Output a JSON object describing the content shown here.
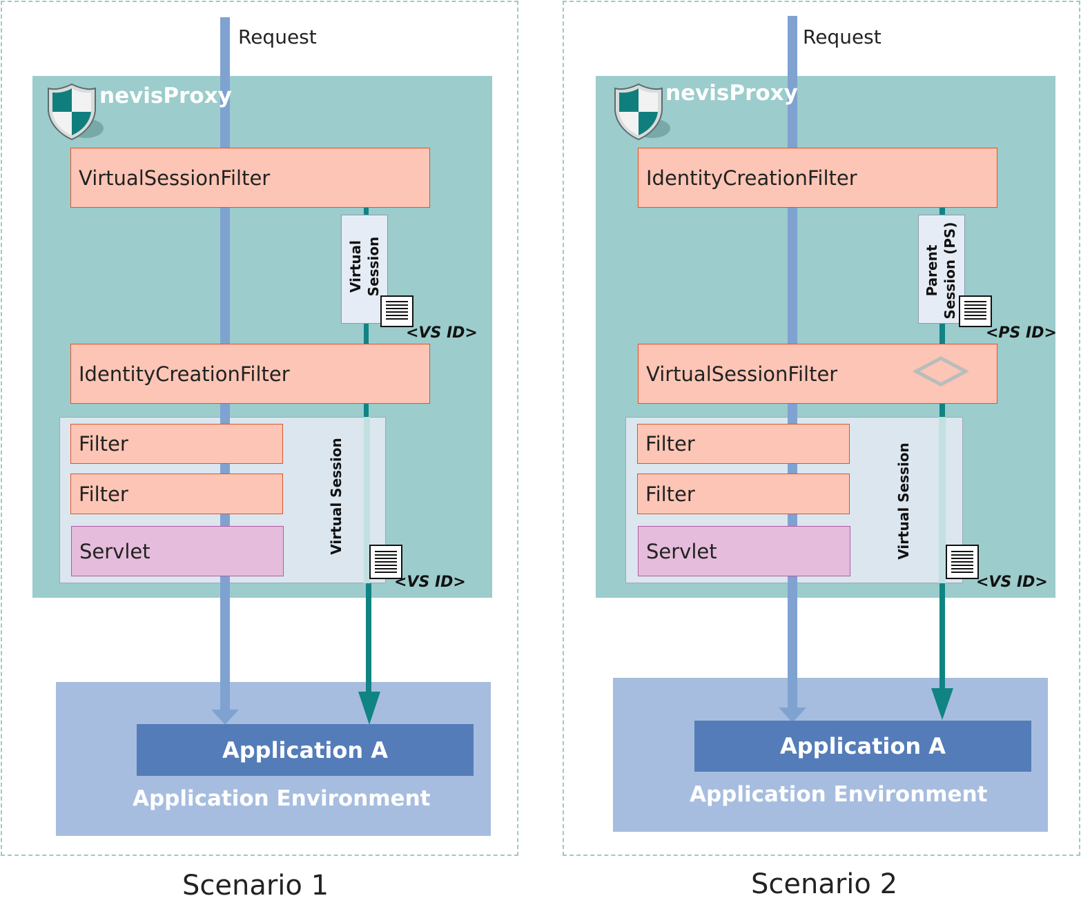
{
  "request_label": "Request",
  "proxy_title": "nevisProxy",
  "scenarios": [
    {
      "caption": "Scenario 1",
      "top_filter": "VirtualSessionFilter",
      "second_filter": "IdentityCreationFilter",
      "session_card_lines": [
        "Virtual",
        "Session"
      ],
      "session_id_label": "<VS ID>",
      "inner_box_label": "Virtual Session",
      "inner_id_label": "<VS ID>",
      "filters": [
        "Filter",
        "Filter"
      ],
      "servlet": "Servlet",
      "application": "Application A",
      "environment": "Application Environment"
    },
    {
      "caption": "Scenario 2",
      "top_filter": "IdentityCreationFilter",
      "second_filter": "VirtualSessionFilter",
      "session_card_lines": [
        "Parent",
        "Session (PS)"
      ],
      "session_id_label": "<PS ID>",
      "inner_box_label": "Virtual Session",
      "inner_id_label": "<VS ID>",
      "filters": [
        "Filter",
        "Filter"
      ],
      "servlet": "Servlet",
      "application": "Application A",
      "environment": "Application Environment"
    }
  ],
  "colors": {
    "proxy_background": "#9ccccc",
    "filter_fill": "#fcc5b5",
    "servlet_fill": "#e5bcdb",
    "request_flow": "#7fa2d1",
    "session_flow": "#108383",
    "application": "#547cb8",
    "environment": "#a6bddf"
  },
  "icons": [
    "shield-icon",
    "session-document-icon",
    "merge-diamond-icon"
  ]
}
